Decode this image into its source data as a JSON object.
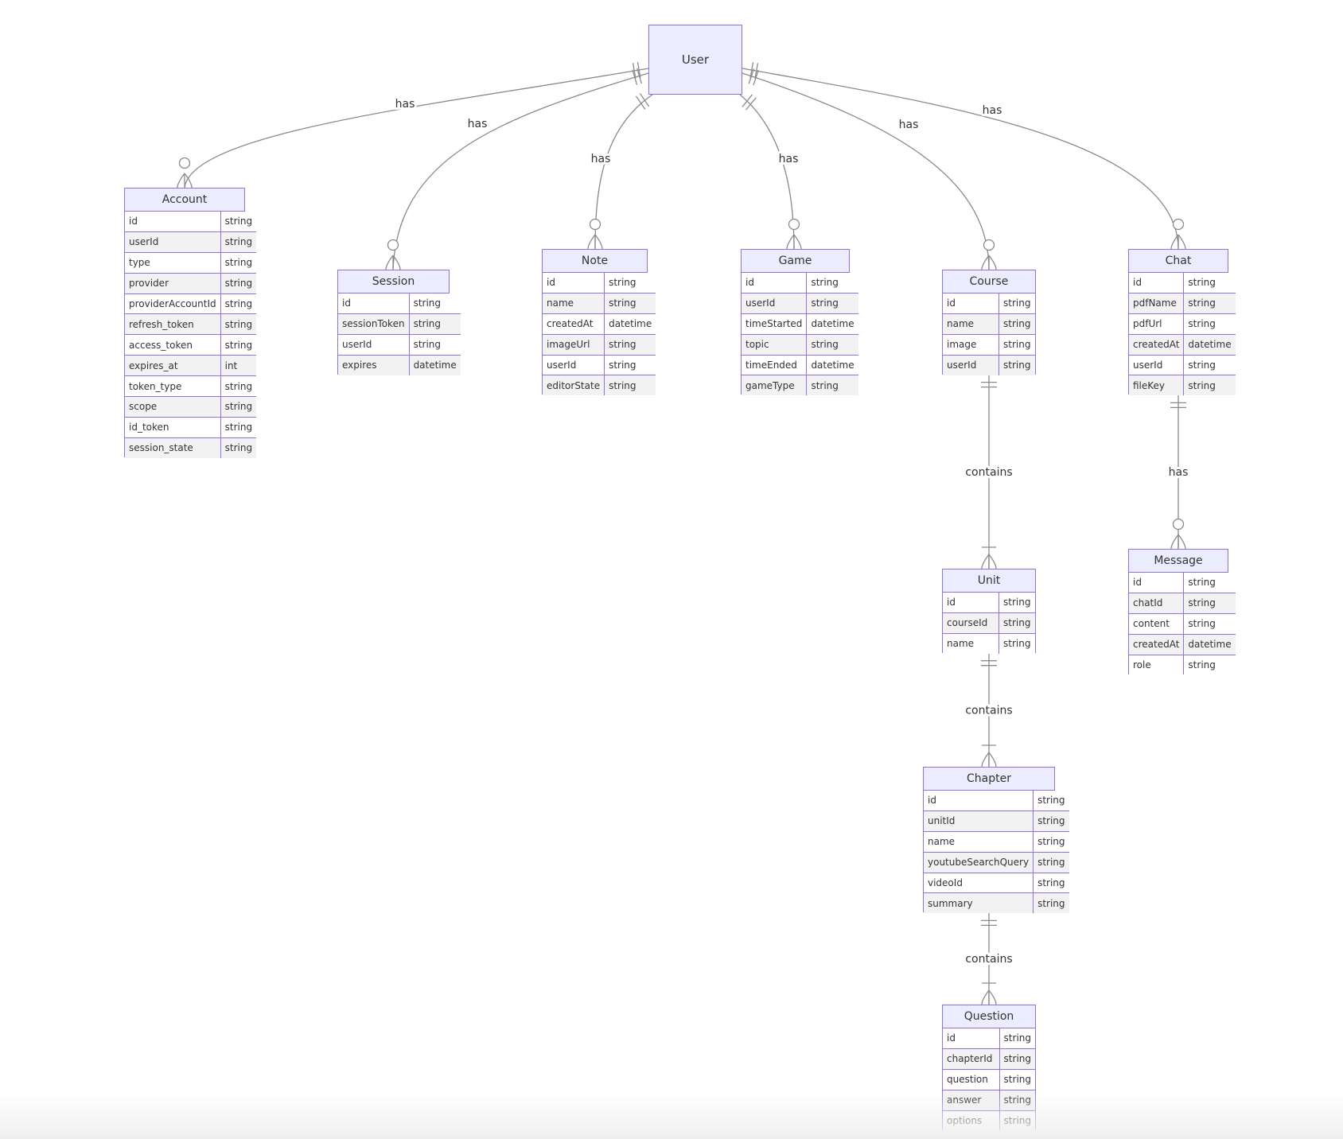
{
  "diagram": {
    "root": {
      "id": "user",
      "name": "User"
    },
    "entities": [
      {
        "id": "account",
        "name": "Account",
        "attributes": [
          {
            "name": "id",
            "type": "string"
          },
          {
            "name": "userId",
            "type": "string"
          },
          {
            "name": "type",
            "type": "string"
          },
          {
            "name": "provider",
            "type": "string"
          },
          {
            "name": "providerAccountId",
            "type": "string"
          },
          {
            "name": "refresh_token",
            "type": "string"
          },
          {
            "name": "access_token",
            "type": "string"
          },
          {
            "name": "expires_at",
            "type": "int"
          },
          {
            "name": "token_type",
            "type": "string"
          },
          {
            "name": "scope",
            "type": "string"
          },
          {
            "name": "id_token",
            "type": "string"
          },
          {
            "name": "session_state",
            "type": "string"
          }
        ]
      },
      {
        "id": "session",
        "name": "Session",
        "attributes": [
          {
            "name": "id",
            "type": "string"
          },
          {
            "name": "sessionToken",
            "type": "string"
          },
          {
            "name": "userId",
            "type": "string"
          },
          {
            "name": "expires",
            "type": "datetime"
          }
        ]
      },
      {
        "id": "note",
        "name": "Note",
        "attributes": [
          {
            "name": "id",
            "type": "string"
          },
          {
            "name": "name",
            "type": "string"
          },
          {
            "name": "createdAt",
            "type": "datetime"
          },
          {
            "name": "imageUrl",
            "type": "string"
          },
          {
            "name": "userId",
            "type": "string"
          },
          {
            "name": "editorState",
            "type": "string"
          }
        ]
      },
      {
        "id": "game",
        "name": "Game",
        "attributes": [
          {
            "name": "id",
            "type": "string"
          },
          {
            "name": "userId",
            "type": "string"
          },
          {
            "name": "timeStarted",
            "type": "datetime"
          },
          {
            "name": "topic",
            "type": "string"
          },
          {
            "name": "timeEnded",
            "type": "datetime"
          },
          {
            "name": "gameType",
            "type": "string"
          }
        ]
      },
      {
        "id": "course",
        "name": "Course",
        "attributes": [
          {
            "name": "id",
            "type": "string"
          },
          {
            "name": "name",
            "type": "string"
          },
          {
            "name": "image",
            "type": "string"
          },
          {
            "name": "userId",
            "type": "string"
          }
        ]
      },
      {
        "id": "chat",
        "name": "Chat",
        "attributes": [
          {
            "name": "id",
            "type": "string"
          },
          {
            "name": "pdfName",
            "type": "string"
          },
          {
            "name": "pdfUrl",
            "type": "string"
          },
          {
            "name": "createdAt",
            "type": "datetime"
          },
          {
            "name": "userId",
            "type": "string"
          },
          {
            "name": "fileKey",
            "type": "string"
          }
        ]
      },
      {
        "id": "unit",
        "name": "Unit",
        "attributes": [
          {
            "name": "id",
            "type": "string"
          },
          {
            "name": "courseId",
            "type": "string"
          },
          {
            "name": "name",
            "type": "string"
          }
        ]
      },
      {
        "id": "message",
        "name": "Message",
        "attributes": [
          {
            "name": "id",
            "type": "string"
          },
          {
            "name": "chatId",
            "type": "string"
          },
          {
            "name": "content",
            "type": "string"
          },
          {
            "name": "createdAt",
            "type": "datetime"
          },
          {
            "name": "role",
            "type": "string"
          }
        ]
      },
      {
        "id": "chapter",
        "name": "Chapter",
        "attributes": [
          {
            "name": "id",
            "type": "string"
          },
          {
            "name": "unitId",
            "type": "string"
          },
          {
            "name": "name",
            "type": "string"
          },
          {
            "name": "youtubeSearchQuery",
            "type": "string"
          },
          {
            "name": "videoId",
            "type": "string"
          },
          {
            "name": "summary",
            "type": "string"
          }
        ]
      },
      {
        "id": "question",
        "name": "Question",
        "attributes": [
          {
            "name": "id",
            "type": "string"
          },
          {
            "name": "chapterId",
            "type": "string"
          },
          {
            "name": "question",
            "type": "string"
          },
          {
            "name": "answer",
            "type": "string"
          },
          {
            "name": "options",
            "type": "string"
          }
        ]
      }
    ],
    "relationships": [
      {
        "id": "user-account",
        "from": "user",
        "to": "account",
        "label": "has",
        "from_card": "one-only",
        "to_card": "zero-or-many"
      },
      {
        "id": "user-session",
        "from": "user",
        "to": "session",
        "label": "has",
        "from_card": "one-only",
        "to_card": "zero-or-many"
      },
      {
        "id": "user-note",
        "from": "user",
        "to": "note",
        "label": "has",
        "from_card": "one-only",
        "to_card": "zero-or-many"
      },
      {
        "id": "user-game",
        "from": "user",
        "to": "game",
        "label": "has",
        "from_card": "one-only",
        "to_card": "zero-or-many"
      },
      {
        "id": "user-course",
        "from": "user",
        "to": "course",
        "label": "has",
        "from_card": "one-only",
        "to_card": "zero-or-many"
      },
      {
        "id": "user-chat",
        "from": "user",
        "to": "chat",
        "label": "has",
        "from_card": "one-only",
        "to_card": "zero-or-many"
      },
      {
        "id": "course-unit",
        "from": "course",
        "to": "unit",
        "label": "contains",
        "from_card": "one-only",
        "to_card": "one-or-many"
      },
      {
        "id": "chat-message",
        "from": "chat",
        "to": "message",
        "label": "has",
        "from_card": "one-only",
        "to_card": "zero-or-many"
      },
      {
        "id": "unit-chapter",
        "from": "unit",
        "to": "chapter",
        "label": "contains",
        "from_card": "one-only",
        "to_card": "one-or-many"
      },
      {
        "id": "chapter-question",
        "from": "chapter",
        "to": "question",
        "label": "contains",
        "from_card": "one-only",
        "to_card": "one-or-many"
      }
    ],
    "colors": {
      "entity_border": "#9370db",
      "entity_header": "#ececff",
      "row_alt": "#f2f2f2",
      "edge": "#8a8a8a",
      "text": "#333333"
    }
  }
}
